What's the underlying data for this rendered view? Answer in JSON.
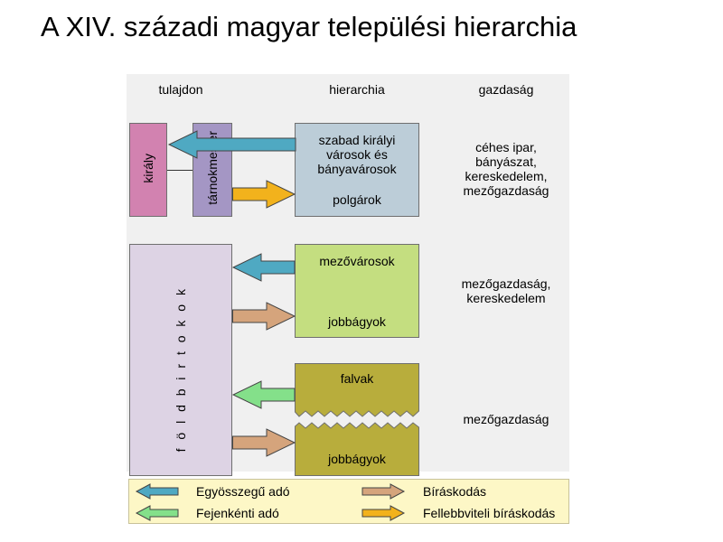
{
  "title": "A XIV. századi magyar települési hierarchia",
  "columns": {
    "property": "tulajdon",
    "hierarchy": "hierarchia",
    "economy": "gazdaság"
  },
  "owners": {
    "king": "király",
    "treasurer": "tárnokmester",
    "estates": "f ö l d b i r t o k o k"
  },
  "settlements": {
    "royal": {
      "line1": "szabad királyi",
      "line2": "városok és",
      "line3": "bányavárosok",
      "people": "polgárok"
    },
    "market": {
      "name": "mezővárosok",
      "people": "jobbágyok"
    },
    "village": {
      "name": "falvak",
      "people": "jobbágyok"
    }
  },
  "economy": {
    "royal": {
      "line1": "céhes ipar,",
      "line2": "bányászat,",
      "line3": "kereskedelem,",
      "line4": "mezőgazdaság"
    },
    "market": {
      "line1": "mezőgazdaság,",
      "line2": "kereskedelem"
    },
    "village": {
      "line1": "mezőgazdaság"
    }
  },
  "legend": {
    "collective_tax": "Egyösszegű adó",
    "per_capita_tax": "Fejenkénti adó",
    "jurisdiction": "Bíráskodás",
    "appeal_jurisdiction": "Fellebbviteli bíráskodás"
  },
  "colors": {
    "king": "#d282b0",
    "treasurer": "#a496c4",
    "royal_town": "#bccdd8",
    "estates": "#ddd3e4",
    "market_town": "#c4de80",
    "village": "#b8ad3c",
    "arrow_blue": "#4fa9c2",
    "arrow_green": "#84e08a",
    "arrow_brown": "#d5a47c",
    "arrow_orange": "#f2b21c"
  }
}
